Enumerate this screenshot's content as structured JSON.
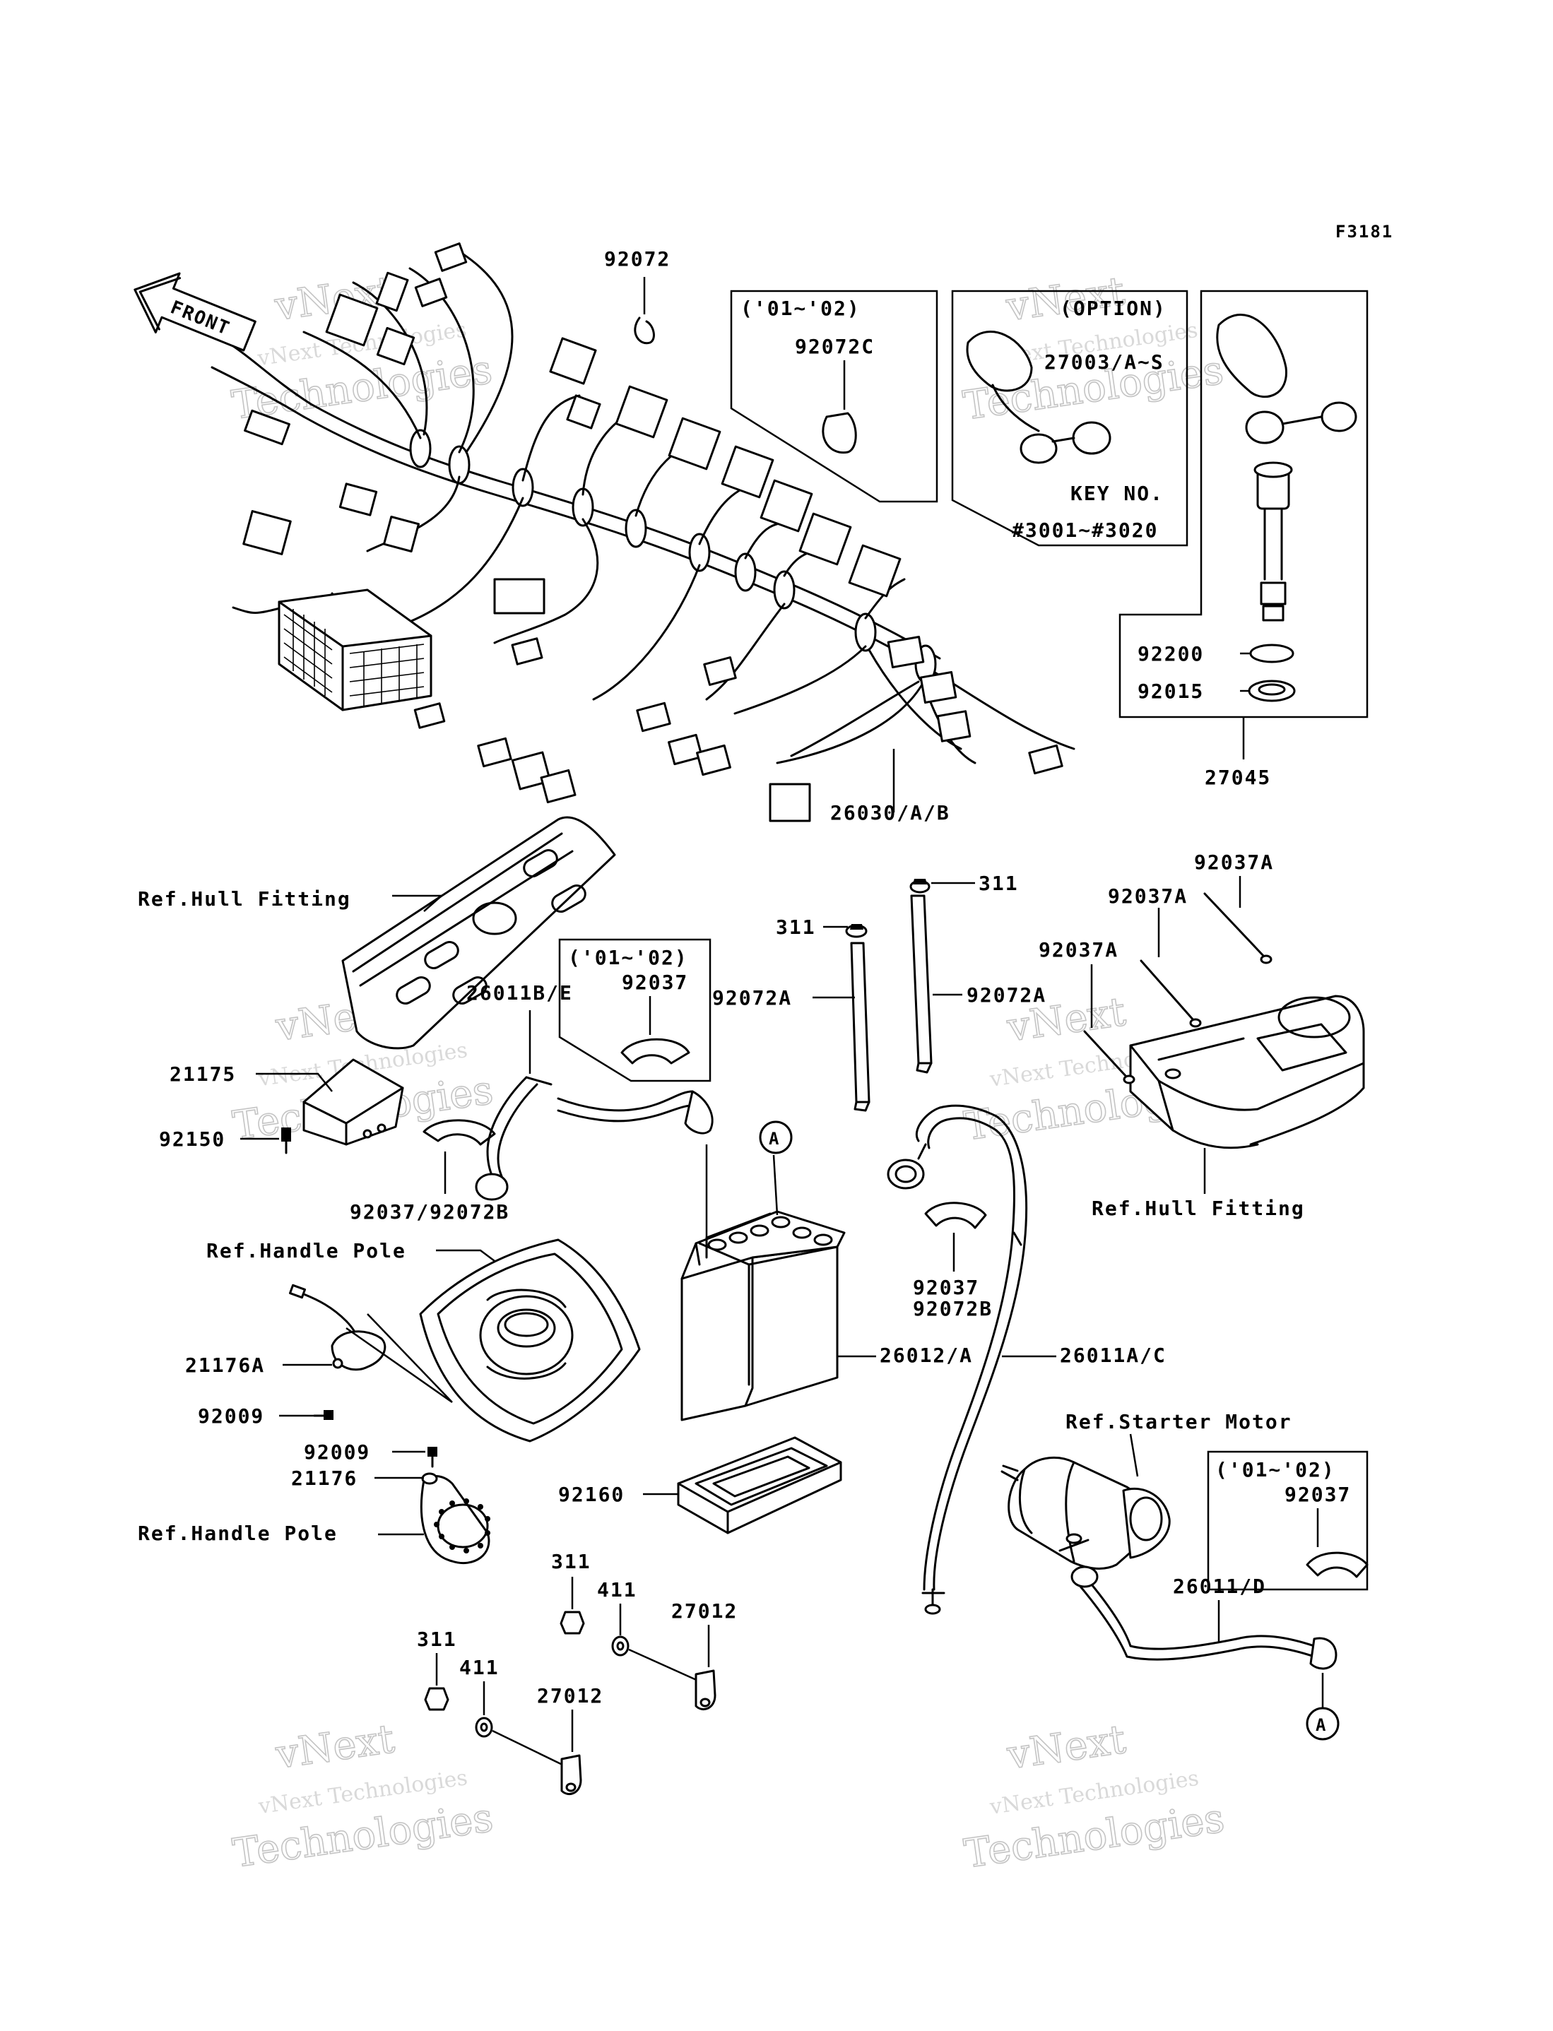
{
  "figure_code": "F3181",
  "front_label": "FRONT",
  "watermark": [
    "vNext",
    "vNext Technologies",
    "Technologies"
  ],
  "boxes": {
    "years_1": "('01~'02)",
    "years_2": "('01~'02)",
    "years_3": "('01~'02)",
    "option": "(OPTION)",
    "key_no": "KEY NO.",
    "key_range": "#3001~#3020"
  },
  "labels": {
    "p92072": "92072",
    "p92072C": "92072C",
    "p27003": "27003/A~S",
    "p92200": "92200",
    "p92015": "92015",
    "p27045": "27045",
    "p26030": "26030/A/B",
    "ref_hull_1": "Ref.Hull Fitting",
    "ref_hull_2": "Ref.Hull Fitting",
    "p92037_box1": "92037",
    "p26011BE": "26011B/E",
    "p21175": "21175",
    "p92150": "92150",
    "p92037_92072B": "92037/92072B",
    "p311_a": "311",
    "p311_b": "311",
    "p92072A_a": "92072A",
    "p92072A_b": "92072A",
    "p92037A_a": "92037A",
    "p92037A_b": "92037A",
    "p92037A_c": "92037A",
    "ref_handle_1": "Ref.Handle Pole",
    "ref_handle_2": "Ref.Handle Pole",
    "p21176A": "21176A",
    "p92009_a": "92009",
    "p92009_b": "92009",
    "p21176": "21176",
    "p26012": "26012/A",
    "p92037_a": "92037",
    "p92072B": "92072B",
    "p26011AC": "26011A/C",
    "ref_starter": "Ref.Starter Motor",
    "p92037_box3": "92037",
    "p26011D": "26011/D",
    "p92160": "92160",
    "p311_c": "311",
    "p411_a": "411",
    "p27012_a": "27012",
    "p311_d": "311",
    "p411_b": "411",
    "p27012_b": "27012",
    "callout_a1": "A",
    "callout_a2": "A"
  }
}
